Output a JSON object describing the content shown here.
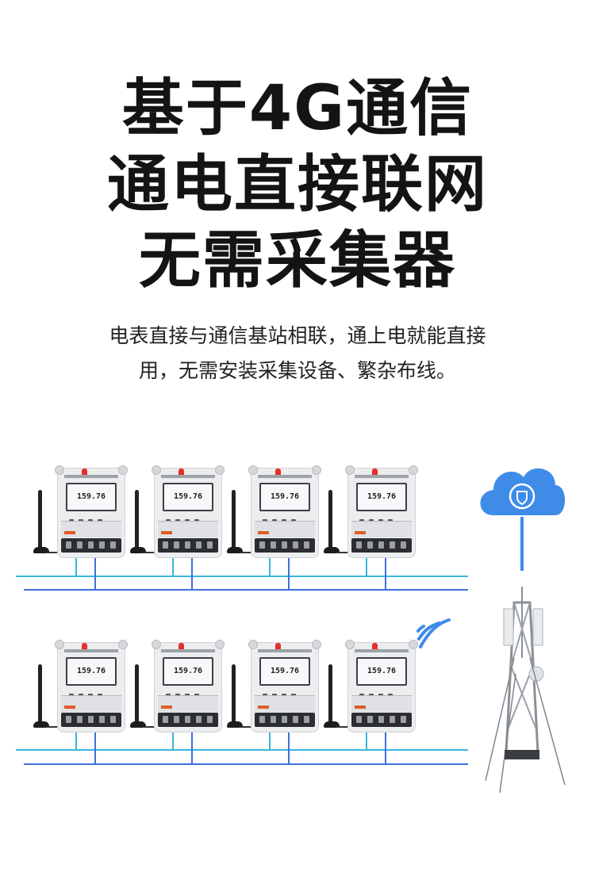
{
  "headline": {
    "line1": "基于4G通信",
    "line2": "通电直接联网",
    "line3": "无需采集器"
  },
  "description": {
    "line1": "电表直接与通信基站相联，通上电就能直接",
    "line2": "用，无需安装采集设备、繁杂布线。"
  },
  "meter_display": "159.76",
  "icons": {
    "cloud": "cloud-shield-icon",
    "wifi": "wifi-signal-icon",
    "tower": "cell-tower-icon"
  },
  "colors": {
    "cloud": "#3f8be8",
    "wire_cyan": "#38b7dd",
    "wire_blue": "#3d6fe0",
    "wifi": "#3f8be8",
    "led": "#e62e2a"
  }
}
